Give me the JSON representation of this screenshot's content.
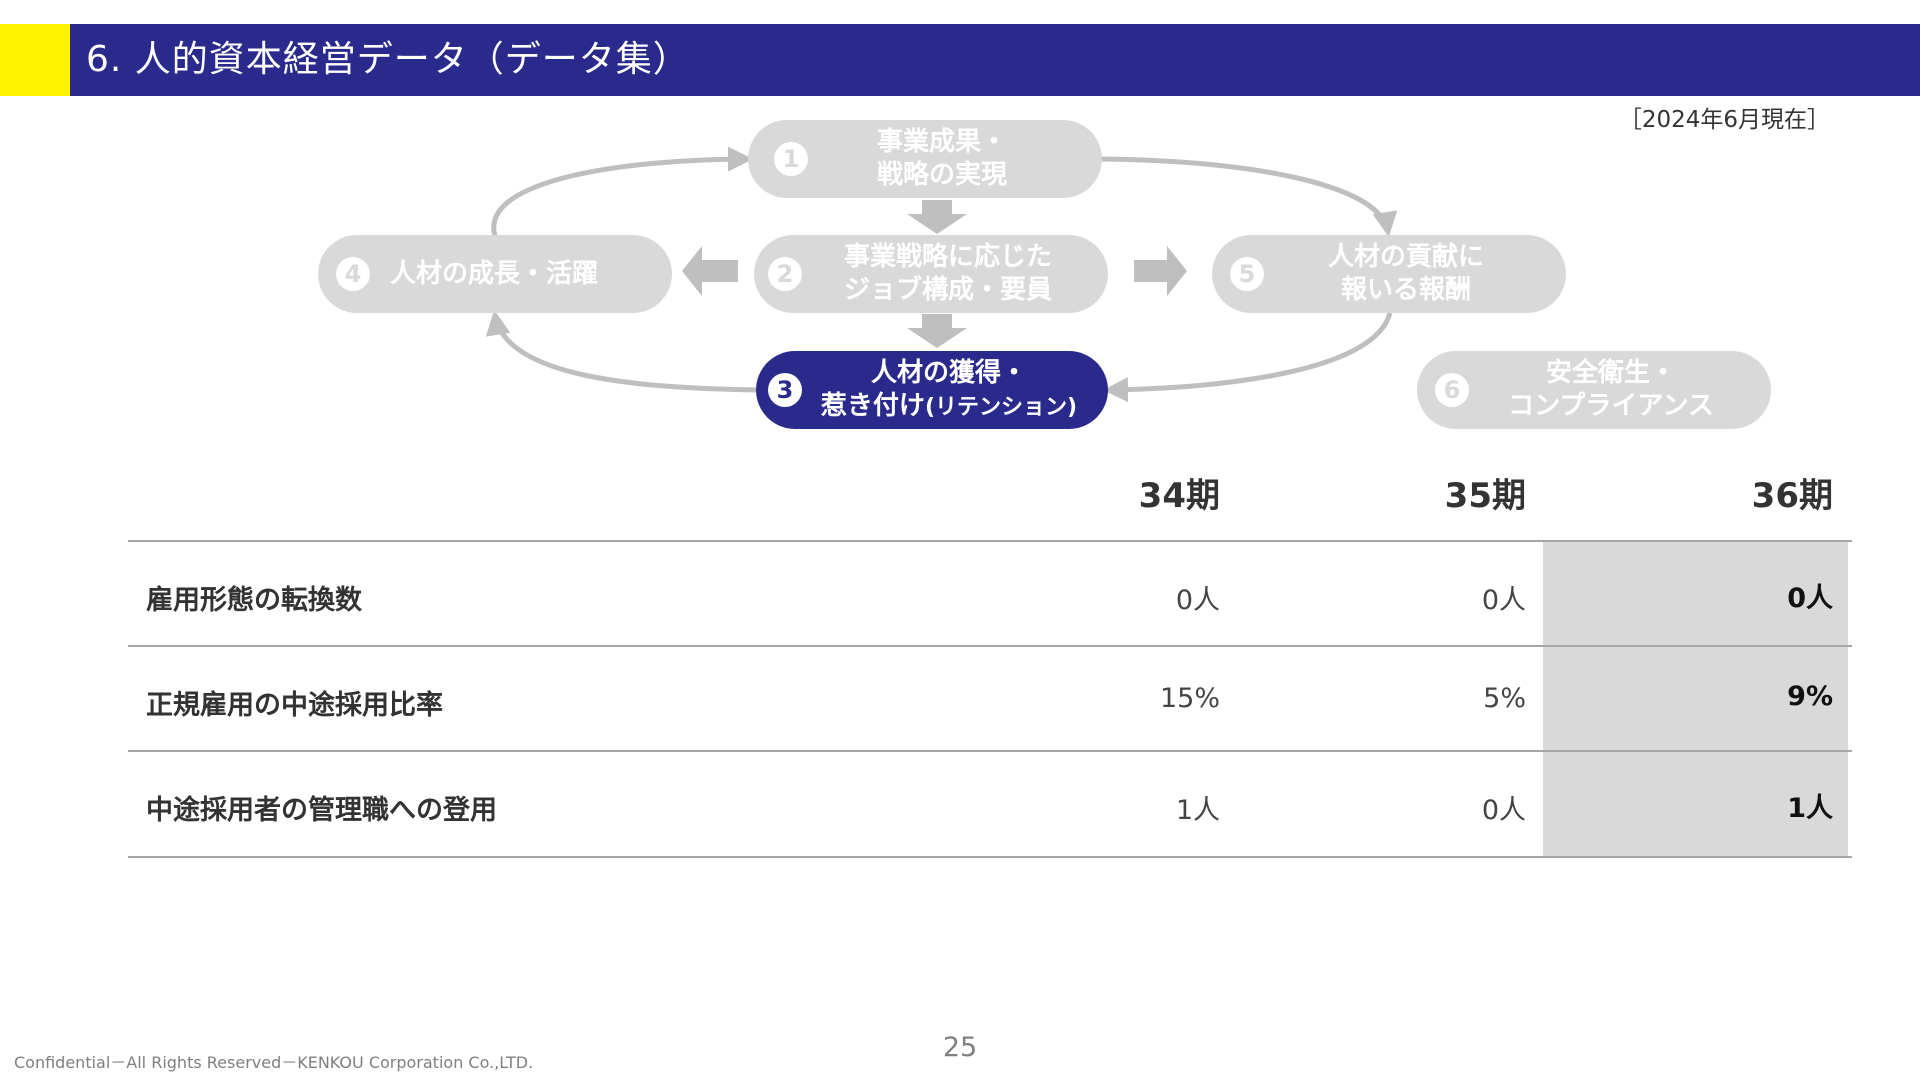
{
  "header": {
    "title": "6. 人的資本経営データ（データ集）",
    "accent_color": "#fff200",
    "bar_color": "#292a8c"
  },
  "date_note": "［2024年6月現在］",
  "diagram": {
    "nodes": [
      {
        "num": "1",
        "label": "事業成果・\n戦略の実現",
        "active": false
      },
      {
        "num": "2",
        "label": "事業戦略に応じた\nジョブ構成・要員",
        "active": false
      },
      {
        "num": "3",
        "label_main": "人材の獲得・\n惹き付け",
        "label_small": "(リテンション)",
        "active": true
      },
      {
        "num": "4",
        "label": "人材の成長・活躍",
        "active": false
      },
      {
        "num": "5",
        "label": "人材の貢献に\n報いる報酬",
        "active": false
      },
      {
        "num": "6",
        "label": "安全衛生・\nコンプライアンス",
        "active": false
      }
    ],
    "inactive_color": "#d9d9d9",
    "active_color": "#292a8c"
  },
  "table": {
    "columns": [
      "34期",
      "35期",
      "36期"
    ],
    "rows": [
      {
        "label": "雇用形態の転換数",
        "values": [
          "0人",
          "0人",
          "0人"
        ]
      },
      {
        "label": "正規雇用の中途採用比率",
        "values": [
          "15%",
          "5%",
          "9%"
        ]
      },
      {
        "label": "中途採用者の管理職への登用",
        "values": [
          "1人",
          "0人",
          "1人"
        ]
      }
    ]
  },
  "footer": {
    "confidential": "Confidential－All Rights Reserved－KENKOU Corporation Co.,LTD.",
    "page": "25"
  }
}
